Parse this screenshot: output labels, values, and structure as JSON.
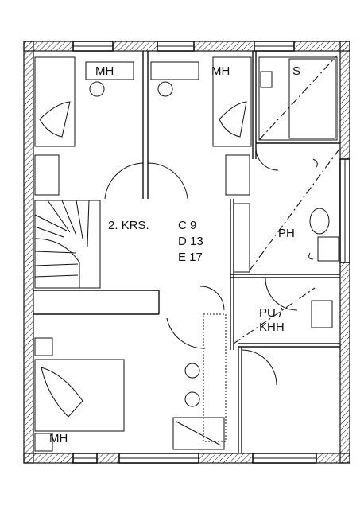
{
  "rooms": {
    "bedroom_left": "MH",
    "bedroom_right": "MH",
    "sauna": "S",
    "hall_title": "2. KRS.",
    "hall_c": "C  9",
    "hall_d": "D 13",
    "hall_e": "E 17",
    "bathroom": "PH",
    "utility_line1": "PU /",
    "utility_line2": "KHH",
    "bedroom_bottom": "MH"
  }
}
